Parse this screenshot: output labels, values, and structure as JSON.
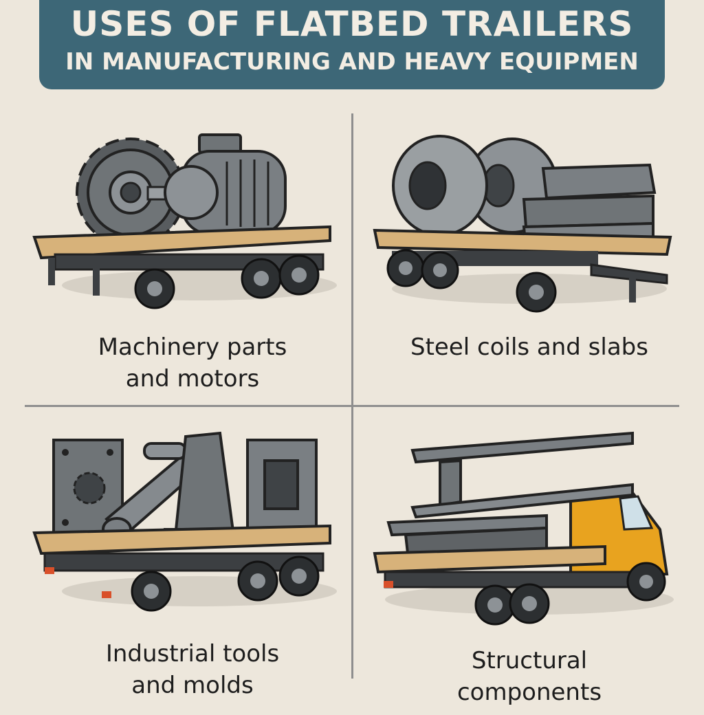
{
  "header": {
    "title_line1": "USES OF FLATBED TRAILERS",
    "title_line2": "IN MANUFACTURING AND HEAVY EQUIPMEN"
  },
  "panels": [
    {
      "caption_line1": "Machinery parts",
      "caption_line2": "and motors"
    },
    {
      "caption_line1": "Steel coils and slabs",
      "caption_line2": ""
    },
    {
      "caption_line1": "Industrial tools",
      "caption_line2": "and molds"
    },
    {
      "caption_line1": "Structural",
      "caption_line2": "components"
    }
  ],
  "colors": {
    "background": "#ede7dc",
    "banner": "#3d6777",
    "deck_wood": "#d7b27a",
    "steel": "#6f7477",
    "cab": "#e8a31f"
  }
}
